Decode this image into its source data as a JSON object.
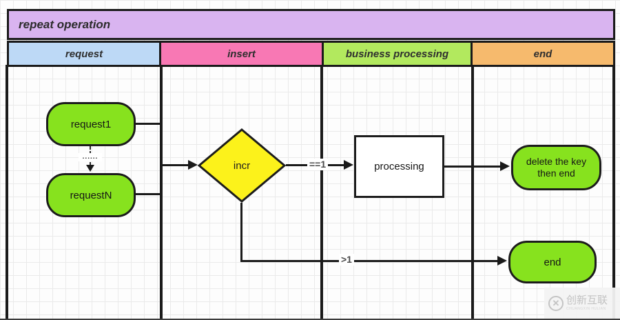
{
  "diagram": {
    "title": "repeat operation",
    "title_bg": "#d9b4f0",
    "lanes": [
      {
        "label": "request",
        "color": "#bdd9f6"
      },
      {
        "label": "insert",
        "color": "#f878b4"
      },
      {
        "label": "business processing",
        "color": "#b2e95e"
      },
      {
        "label": "end",
        "color": "#f6ba6d"
      }
    ],
    "nodes": {
      "request1": {
        "label": "request1",
        "shape": "rounded",
        "fill": "#87e21e"
      },
      "requestN": {
        "label": "requestN",
        "shape": "rounded",
        "fill": "#87e21e"
      },
      "incr": {
        "label": "incr",
        "shape": "diamond",
        "fill": "#fcf21b"
      },
      "processing": {
        "label": "processing",
        "shape": "rect",
        "fill": "#ffffff"
      },
      "delete_key": {
        "label": "delete the key then end",
        "shape": "rounded",
        "fill": "#87e21e"
      },
      "end": {
        "label": "end",
        "shape": "rounded",
        "fill": "#87e21e"
      }
    },
    "edges": [
      {
        "from": "request1",
        "to": "incr",
        "label": ""
      },
      {
        "from": "requestN",
        "to": "incr",
        "label": ""
      },
      {
        "from": "request1",
        "to": "requestN",
        "label": "......",
        "style": "dotted"
      },
      {
        "from": "incr",
        "to": "processing",
        "label": "==1"
      },
      {
        "from": "processing",
        "to": "delete_key",
        "label": ""
      },
      {
        "from": "incr",
        "to": "end",
        "label": ">1"
      }
    ],
    "colors": {
      "line": "#1a1a1a",
      "grid": "#eaeaea",
      "node_border": "#1c1c1c"
    }
  },
  "watermark": {
    "logo": "circle-x-icon",
    "text_cn": "创新互联",
    "text_en": "CHUANGXIN HULIAN"
  }
}
